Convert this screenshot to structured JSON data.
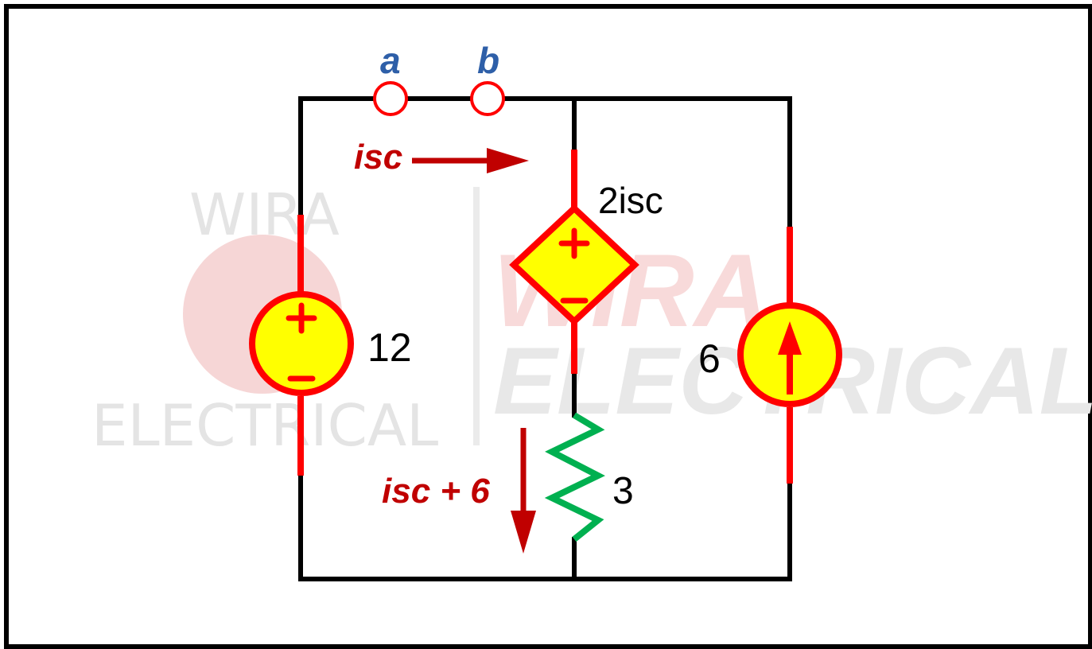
{
  "watermark": {
    "left_top": "WIRA",
    "left_bottom": "ELECTRICAL",
    "right_top": "WIRA",
    "right_bottom": "ELECTRICAL"
  },
  "terminals": {
    "a": "a",
    "b": "b"
  },
  "currents": {
    "top": "isc",
    "resistor": "isc + 6"
  },
  "components": {
    "voltage_source": {
      "value": "12"
    },
    "dependent_source": {
      "value": "2isc"
    },
    "resistor": {
      "value": "3"
    },
    "current_source": {
      "value": "6"
    }
  },
  "colors": {
    "wire": "#000000",
    "component_wire": "#ff0000",
    "source_fill": "#ffff00",
    "resistor": "#00b050",
    "current_arrow": "#c00000",
    "terminal_label": "#2e5fa8",
    "watermark": "#e6e6e6",
    "watermark_logo": "#f6d0d0"
  }
}
